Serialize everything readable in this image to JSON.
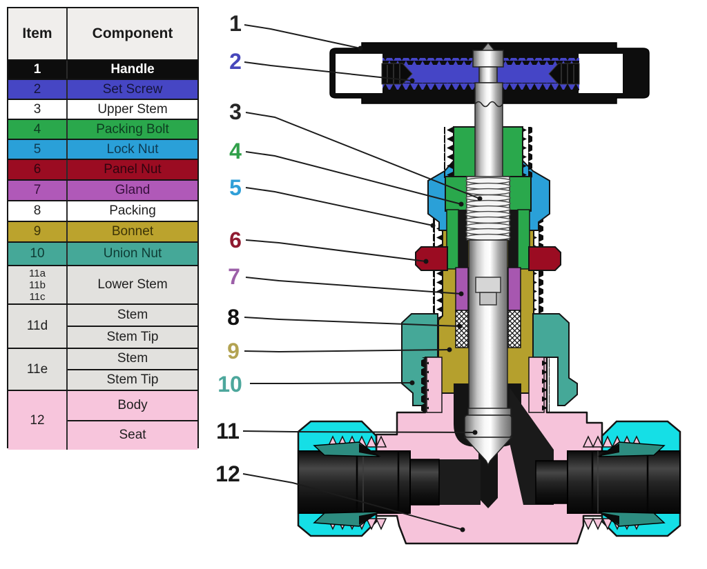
{
  "table": {
    "header": {
      "item": "Item",
      "component": "Component"
    },
    "rows": [
      {
        "item": "1",
        "component": "Handle",
        "bg": "#0d0d0d",
        "fg": "#ffffff"
      },
      {
        "item": "2",
        "component": "Set Screw",
        "bg": "#4646c4",
        "fg": "#14143a"
      },
      {
        "item": "3",
        "component": "Upper Stem",
        "bg": "#ffffff",
        "fg": "#1f1f1f"
      },
      {
        "item": "4",
        "component": "Packing Bolt",
        "bg": "#2aa84c",
        "fg": "#0d3d20"
      },
      {
        "item": "5",
        "component": "Lock Nut",
        "bg": "#2aa0d8",
        "fg": "#0e3a52"
      },
      {
        "item": "6",
        "component": "Panel Nut",
        "bg": "#9b0c22",
        "fg": "#30040f"
      },
      {
        "item": "7",
        "component": "Gland",
        "bg": "#b059b8",
        "fg": "#38103e"
      },
      {
        "item": "8",
        "component": "Packing",
        "bg": "#ffffff",
        "fg": "#1f1f1f"
      },
      {
        "item": "9",
        "component": "Bonnet",
        "bg": "#bba32d",
        "fg": "#3c3407"
      },
      {
        "item": "10",
        "component": "Union Nut",
        "bg": "#45a898",
        "fg": "#0e3b34"
      },
      {
        "item_lines": [
          "11a",
          "11b",
          "11c"
        ],
        "component": "Lower Stem",
        "bg": "#e2e1de",
        "fg": "#1f1f1f"
      },
      {
        "item": "11d",
        "components": [
          "Stem",
          "Stem Tip"
        ],
        "bg": "#e2e1de",
        "fg": "#1f1f1f"
      },
      {
        "item": "11e",
        "components": [
          "Stem",
          "Stem Tip"
        ],
        "bg": "#e2e1de",
        "fg": "#1f1f1f"
      },
      {
        "item": "12",
        "components": [
          "Body",
          "Seat"
        ],
        "bg": "#f7c5dc",
        "fg": "#1f1f1f"
      }
    ]
  },
  "diagram": {
    "callouts": [
      {
        "n": "1",
        "color": "#262626"
      },
      {
        "n": "2",
        "color": "#4747bb"
      },
      {
        "n": "3",
        "color": "#262626"
      },
      {
        "n": "4",
        "color": "#31a04a"
      },
      {
        "n": "5",
        "color": "#2f9fd8"
      },
      {
        "n": "6",
        "color": "#8f1a30"
      },
      {
        "n": "7",
        "color": "#9c5fa8"
      },
      {
        "n": "8",
        "color": "#111111"
      },
      {
        "n": "9",
        "color": "#b3a352"
      },
      {
        "n": "10",
        "color": "#4da79c"
      },
      {
        "n": "11",
        "color": "#1a1a1a"
      },
      {
        "n": "12",
        "color": "#1a1a1a"
      }
    ],
    "part_colors": {
      "handle": "#0d0d0d",
      "set_screw_channel": "#4545c6",
      "stem": "#d9d9d9",
      "packing_bolt": "#2aa84c",
      "lock_nut": "#2aa0d8",
      "panel_nut": "#9b0c22",
      "gland": "#a757b0",
      "packing": "#ffffff",
      "bonnet": "#b5a02d",
      "union_nut": "#45a898",
      "body": "#f6c3da",
      "tube_fitting": "#15dfe6",
      "ferrule": "#2d8c80",
      "tube": "#1a1a1a"
    }
  }
}
